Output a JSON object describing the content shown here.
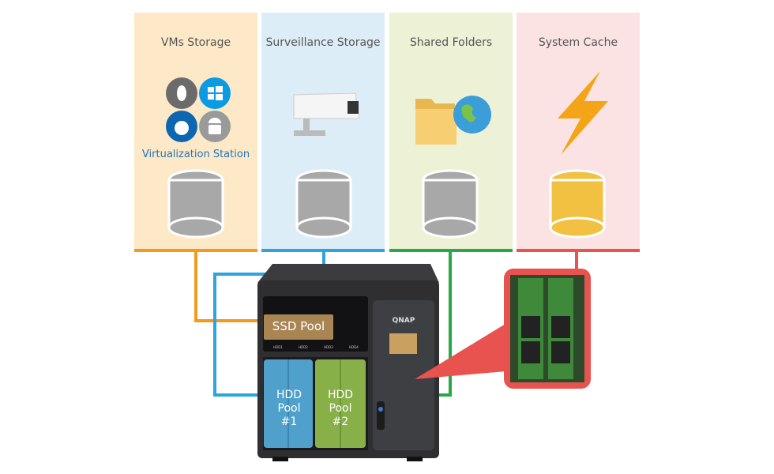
{
  "panels": [
    {
      "title": "VMs Storage",
      "bg": "#fde9c8",
      "accent": "#f39a1e",
      "icon": "virtualization-os-icons",
      "subtitle": "Virtualization Station"
    },
    {
      "title": "Surveillance Storage",
      "bg": "#dcedf8",
      "accent": "#2ea3dc",
      "icon": "security-camera-icon"
    },
    {
      "title": "Shared Folders",
      "bg": "#edf2d6",
      "accent": "#2aa847",
      "icon": "folder-globe-icon"
    },
    {
      "title": "System Cache",
      "bg": "#fbe3e4",
      "accent": "#e8534f",
      "icon": "lightning-icon"
    }
  ],
  "nas": {
    "brand": "QNAP",
    "ssd_pool": "SSD Pool",
    "hdd_pool_1": "HDD Pool #1",
    "hdd_pool_2": "HDD Pool #2",
    "bay_labels": [
      "HDD1",
      "HDD2",
      "HDD3",
      "HDD4"
    ]
  }
}
